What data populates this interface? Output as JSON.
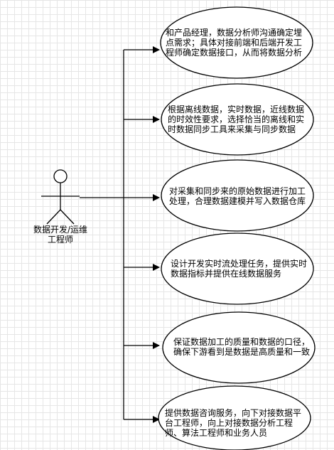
{
  "diagram": {
    "actor": {
      "label": "数据开发/运维\n工程师"
    },
    "use_cases": [
      {
        "text": "和产品经理，数据分析师沟通确定埋点需求；具体对接前端和后端开发工程师确定数据接口，从而将数据分析"
      },
      {
        "text": "根据离线数据，实时数据，近线数据的时效性要求，选择恰当的离线和实时数据同步工具来采集与同步数据"
      },
      {
        "text": "对采集和同步来的原始数据进行加工处理，合理数据建模并写入数据仓库"
      },
      {
        "text": "设计开发实时流处理任务，提供实时数据指标并提供在线数据服务"
      },
      {
        "text": "保证数据加工的质量和数据的口径，确保下游看到是数据是高质量和一致"
      },
      {
        "text": "提供数据咨询服务，向下对接数据平台工程师，向上对接数据分析工程师、算法工程师和业务人员"
      }
    ]
  }
}
